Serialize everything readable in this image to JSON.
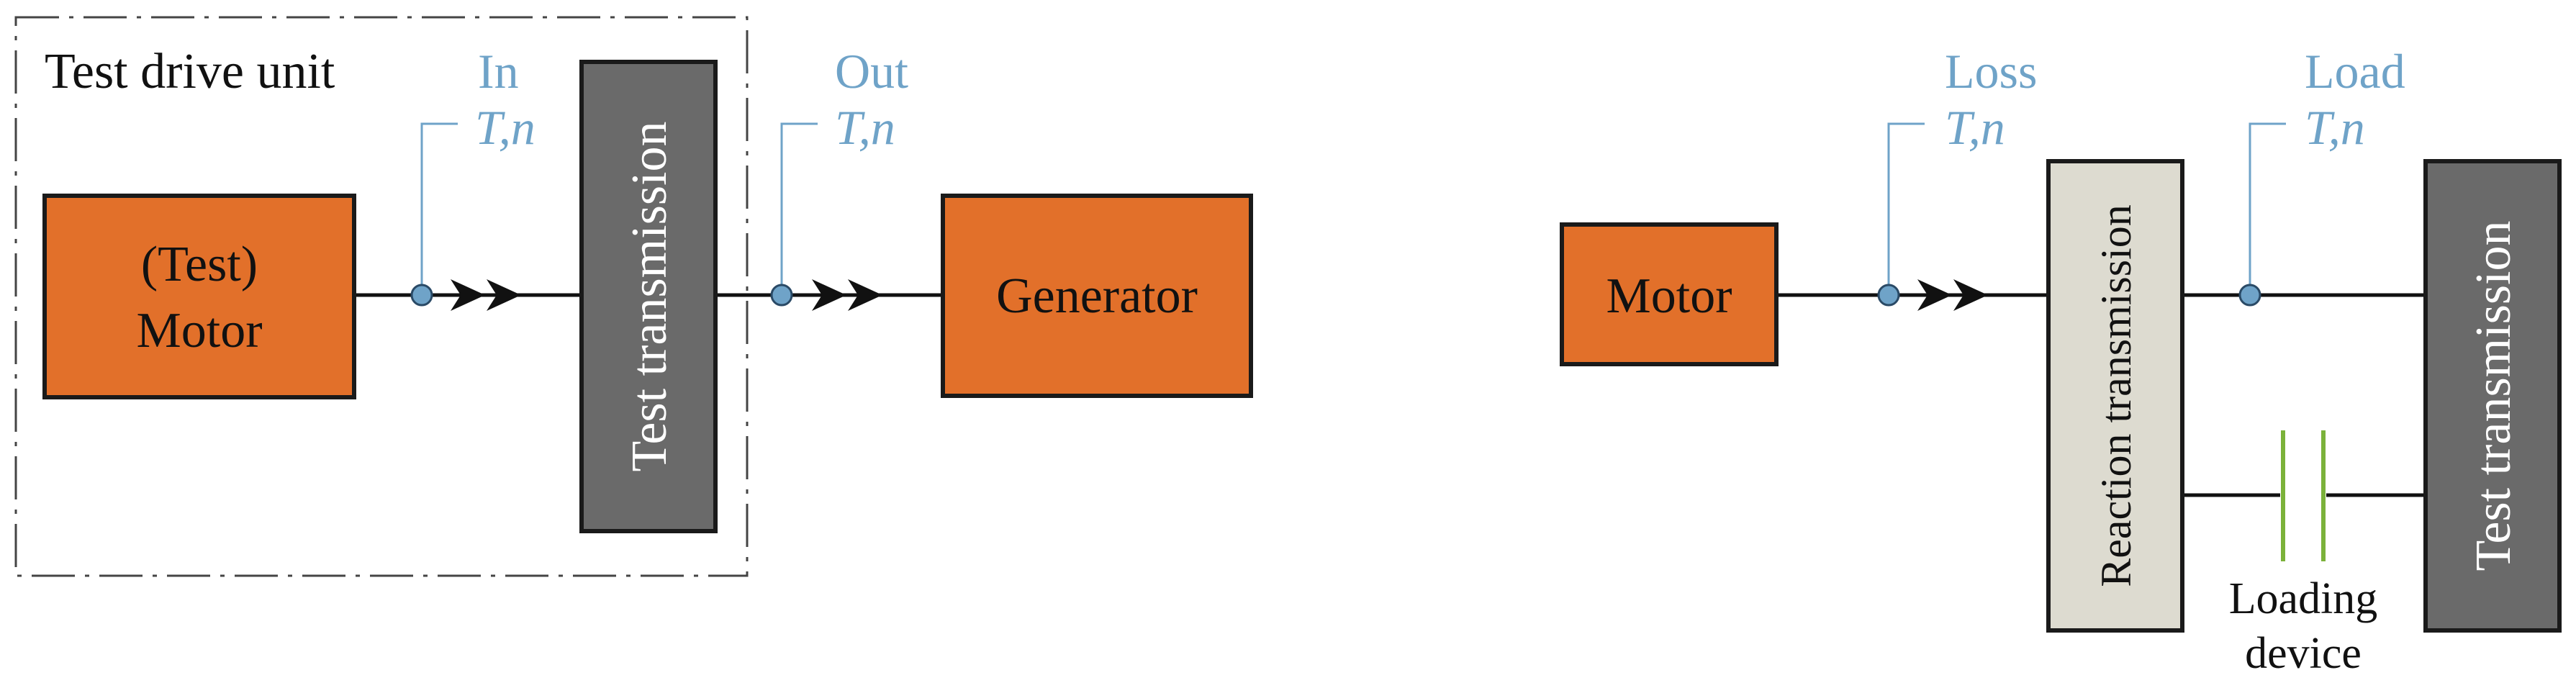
{
  "left": {
    "unit_label": "Test drive unit",
    "motor_line1": "(Test)",
    "motor_line2": "Motor",
    "transmission_label": "Test transmission",
    "generator_label": "Generator",
    "sensor_in_name": "In",
    "sensor_in_vars": "T,n",
    "sensor_out_name": "Out",
    "sensor_out_vars": "T,n"
  },
  "right": {
    "motor_label": "Motor",
    "reaction_label": "Reaction transmission",
    "transmission_label": "Test transmission",
    "sensor_loss_name": "Loss",
    "sensor_loss_vars": "T,n",
    "sensor_load_name": "Load",
    "sensor_load_vars": "T,n",
    "loading_line1": "Loading",
    "loading_line2": "device"
  },
  "colors": {
    "motor": "#E2702A",
    "transmission": "#6a6a6a",
    "reaction": "#DDDBD0",
    "sensor": "#6FA3C8",
    "clutch": "#7BB23A"
  }
}
